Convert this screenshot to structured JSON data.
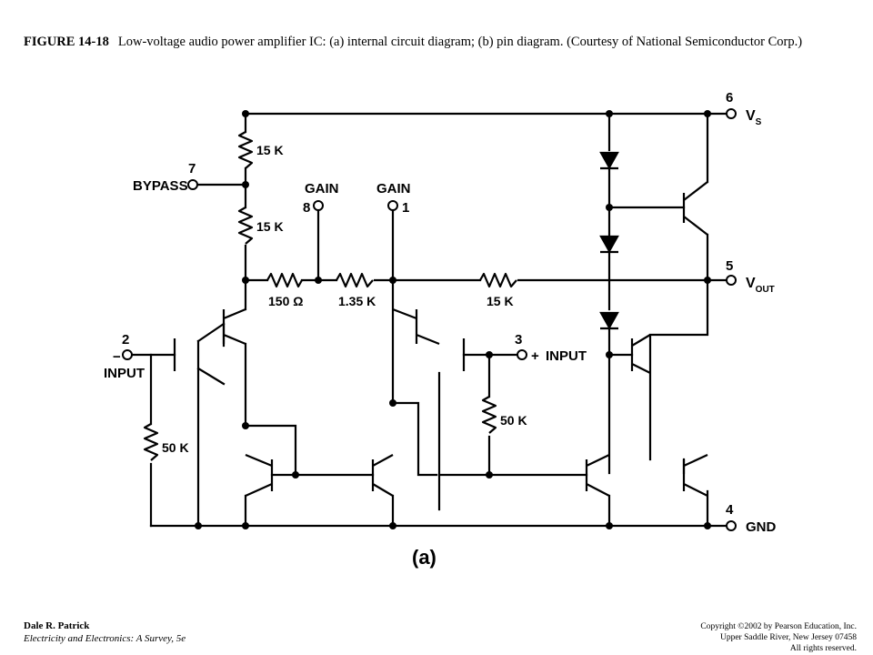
{
  "caption": {
    "figure_label": "FIGURE 14-18",
    "text": "Low-voltage audio power amplifier IC: (a) internal circuit diagram; (b) pin diagram. (Courtesy of National Semiconductor Corp.)"
  },
  "diagram": {
    "sublabel": "(a)",
    "pins": [
      {
        "number": "6",
        "name": "V",
        "subscript": "S"
      },
      {
        "number": "5",
        "name": "V",
        "subscript": "OUT"
      },
      {
        "number": "4",
        "name": "GND"
      },
      {
        "number": "7",
        "name": "BYPASS"
      },
      {
        "number": "8",
        "name": "GAIN"
      },
      {
        "number": "1",
        "name": "GAIN"
      },
      {
        "number": "2",
        "name": "INPUT",
        "polarity": "−"
      },
      {
        "number": "3",
        "name": "INPUT",
        "polarity": "+"
      }
    ],
    "resistors": [
      {
        "id": "r-top",
        "label": "15 K"
      },
      {
        "id": "r-mid",
        "label": "15 K"
      },
      {
        "id": "r-150",
        "label": "150 Ω"
      },
      {
        "id": "r-135",
        "label": "1.35 K"
      },
      {
        "id": "r-fb",
        "label": "15 K"
      },
      {
        "id": "r-50a",
        "label": "50 K"
      },
      {
        "id": "r-50b",
        "label": "50 K"
      }
    ]
  },
  "footer": {
    "author": "Dale R. Patrick",
    "book": "Electricity and Electronics: A Survey, 5e",
    "copyright": "Copyright ©2002 by Pearson Education, Inc.",
    "address": "Upper Saddle River, New Jersey 07458",
    "rights": "All rights reserved."
  }
}
